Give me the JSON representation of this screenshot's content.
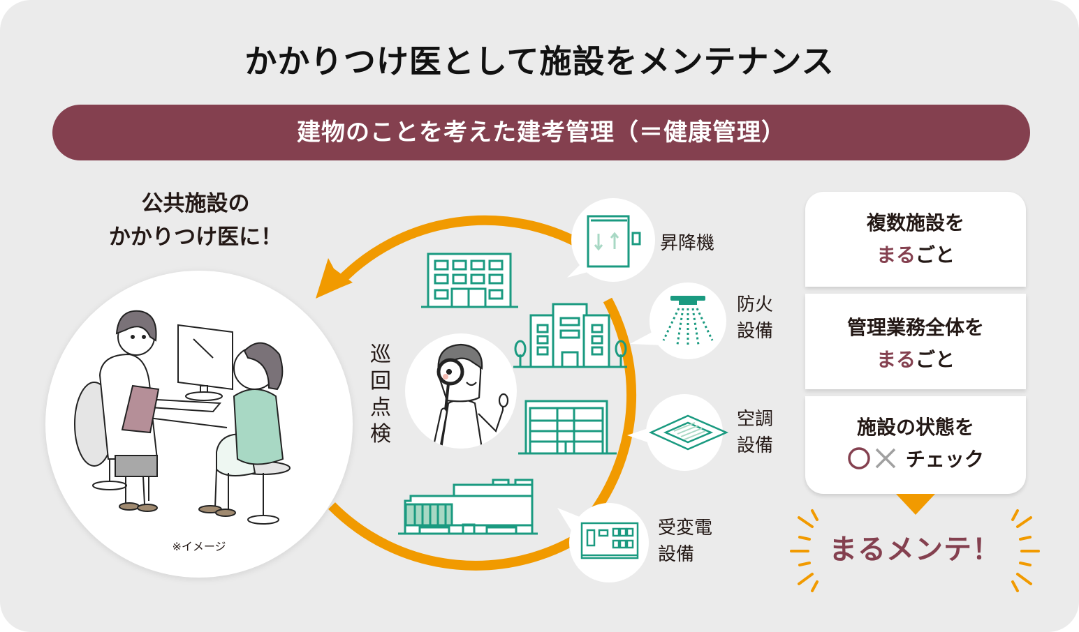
{
  "title": "かかりつけ医として施設をメンテナンス",
  "banner": "建物のことを考えた建考管理（＝健康管理）",
  "left_heading": {
    "line1": "公共施設の",
    "line2": "かかりつけ医に！"
  },
  "clinic_illustration": {
    "icon": "doctor-consultation-illustration",
    "note": "※イメージ"
  },
  "cycle": {
    "label": "巡回点検",
    "label_chars": [
      "巡",
      "回",
      "点",
      "検"
    ],
    "center_icon": "inspector-with-magnifier-illustration",
    "buildings": [
      "office-building-icon",
      "hospital-building-icon",
      "school-building-icon",
      "gymnasium-building-icon"
    ],
    "equipment": [
      {
        "icon": "elevator-icon",
        "line1": "昇降機",
        "line2": ""
      },
      {
        "icon": "sprinkler-icon",
        "line1": "防火",
        "line2": "設備"
      },
      {
        "icon": "air-conditioner-icon",
        "line1": "空調",
        "line2": "設備"
      },
      {
        "icon": "switchboard-icon",
        "line1": "受変電",
        "line2": "設備"
      }
    ]
  },
  "features": [
    {
      "line1": "複数施設を",
      "line2_accent": "まる",
      "line2_rest": "ごと"
    },
    {
      "line1": "管理業務全体を",
      "line2_accent": "まる",
      "line2_rest": "ごと"
    },
    {
      "line1": "施設の状態を",
      "check_symbols": [
        "circle-icon",
        "cross-icon"
      ],
      "line2_rest": "チェック"
    }
  ],
  "result": "まるメンテ！",
  "colors": {
    "background": "#ebebeb",
    "accent_maroon": "#84404f",
    "arrow_orange": "#f19a00",
    "icon_green": "#1a9a80",
    "icon_green_light": "#a8d8c4",
    "text": "#231815",
    "cross_gray": "#a0a0a0"
  }
}
